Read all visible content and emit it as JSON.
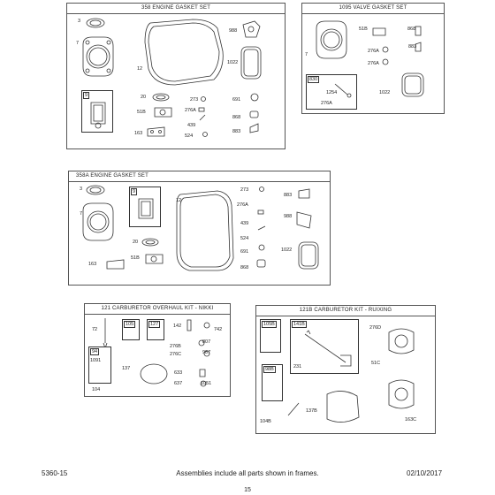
{
  "panels": {
    "p358": {
      "title": "358 ENGINE GASKET SET",
      "labels": [
        "3",
        "7",
        "12",
        "988",
        "1022",
        "9",
        "20",
        "51B",
        "163",
        "273",
        "276A",
        "439",
        "524",
        "691",
        "868",
        "883"
      ]
    },
    "p1095": {
      "title": "1095 VALVE GASKET SET",
      "labels": [
        "7",
        "51B",
        "868",
        "276A",
        "883",
        "276A",
        "830",
        "1254",
        "276A",
        "1022"
      ]
    },
    "p358a": {
      "title": "358A ENGINE GASKET SET",
      "labels": [
        "3",
        "9",
        "12",
        "7",
        "20",
        "51B",
        "163",
        "273",
        "276A",
        "439",
        "524",
        "691",
        "868",
        "883",
        "988",
        "1022"
      ]
    },
    "p121": {
      "title": "121 CARBURETOR OVERHAUL KIT - NIKKI",
      "labels": [
        "72",
        "105",
        "127",
        "142",
        "742",
        "276B",
        "807",
        "276C",
        "987",
        "633",
        "637",
        "1051",
        "94",
        "1091",
        "137",
        "104"
      ]
    },
    "p121b": {
      "title": "121B CARBURETOR KIT - RUIXING",
      "labels": [
        "105B",
        "141B",
        "276D",
        "51C",
        "231",
        "98B",
        "163C",
        "104B",
        "137B"
      ]
    }
  },
  "footer": {
    "left": "5360-15",
    "center": "Assemblies include all parts shown in frames.",
    "right": "02/10/2017",
    "page": "15"
  }
}
